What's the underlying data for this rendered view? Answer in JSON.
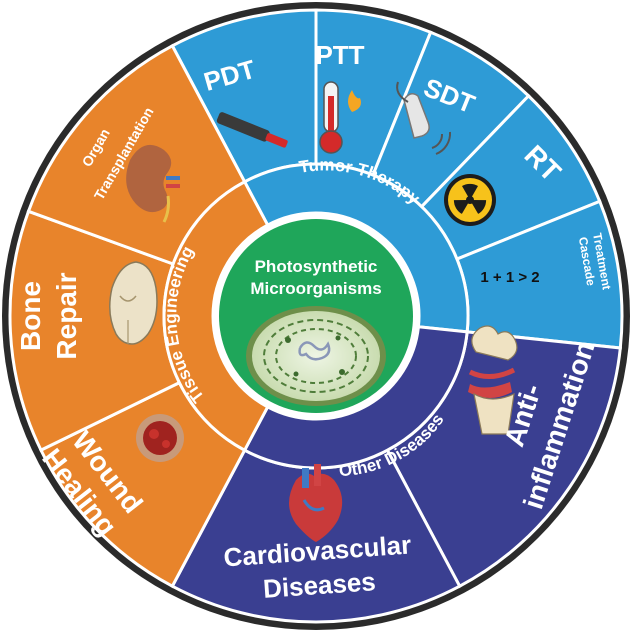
{
  "center": {
    "line1": "Photosynthetic",
    "line2": "Microorganisms"
  },
  "rings": {
    "tumor_therapy": "Tumor Therapy",
    "tissue_engineering": "Tissue Engineering",
    "other_diseases": "Other Diseases"
  },
  "segments": {
    "pdt": "PDT",
    "ptt": "PTT",
    "sdt": "SDT",
    "rt": "RT",
    "cascade_line1": "Cascade",
    "cascade_line2": "Treatment",
    "cascade_formula": "1 + 1 > 2",
    "anti_line1": "Anti-",
    "anti_line2": "inflammation",
    "cardio_line1": "Cardiovascular",
    "cardio_line2": "Diseases",
    "wound_line1": "Wound",
    "wound_line2": "Healing",
    "bone_line1": "Bone",
    "bone_line2": "Repair",
    "organ_line1": "Organ",
    "organ_line2": "Transplantation"
  },
  "colors": {
    "tumor_blue": "#2E9BD6",
    "disease_navy": "#3A3F91",
    "tissue_orange": "#E8842B",
    "center_green": "#1FA65A",
    "outer_ring": "#2B2B2B",
    "divider": "#ffffff"
  },
  "icons": [
    "laser-pen-icon",
    "thermometer-flame-icon",
    "ultrasound-probe-icon",
    "radiation-icon",
    "joint-icon",
    "heart-icon",
    "wound-icon",
    "skull-icon",
    "kidney-icon",
    "microorganism-cell-icon"
  ]
}
